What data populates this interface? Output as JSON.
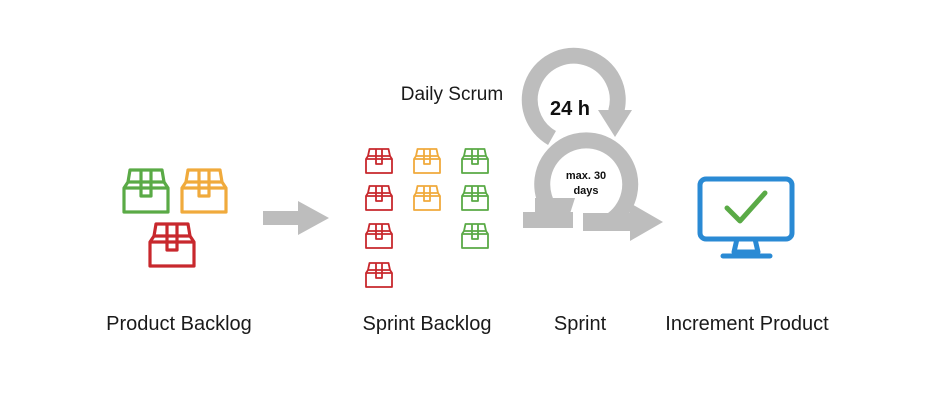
{
  "stages": {
    "product_backlog": "Product Backlog",
    "sprint_backlog": "Sprint Backlog",
    "sprint": "Sprint",
    "increment": "Increment Product"
  },
  "daily": {
    "title": "Daily Scrum",
    "cycle": "24 h"
  },
  "sprint_cycle": {
    "line1": "max. 30",
    "line2": "days"
  },
  "colors": {
    "red": "#c8282d",
    "orange": "#f0aa3c",
    "green": "#5aaa46",
    "arrow_gray": "#bdbdbd",
    "monitor_blue": "#2a8ad4",
    "check_green": "#5aaa46"
  },
  "icons": {
    "box": "package-box-icon",
    "monitor": "monitor-check-icon",
    "arrow": "right-arrow-icon",
    "cycle": "circular-arrow-icon"
  }
}
